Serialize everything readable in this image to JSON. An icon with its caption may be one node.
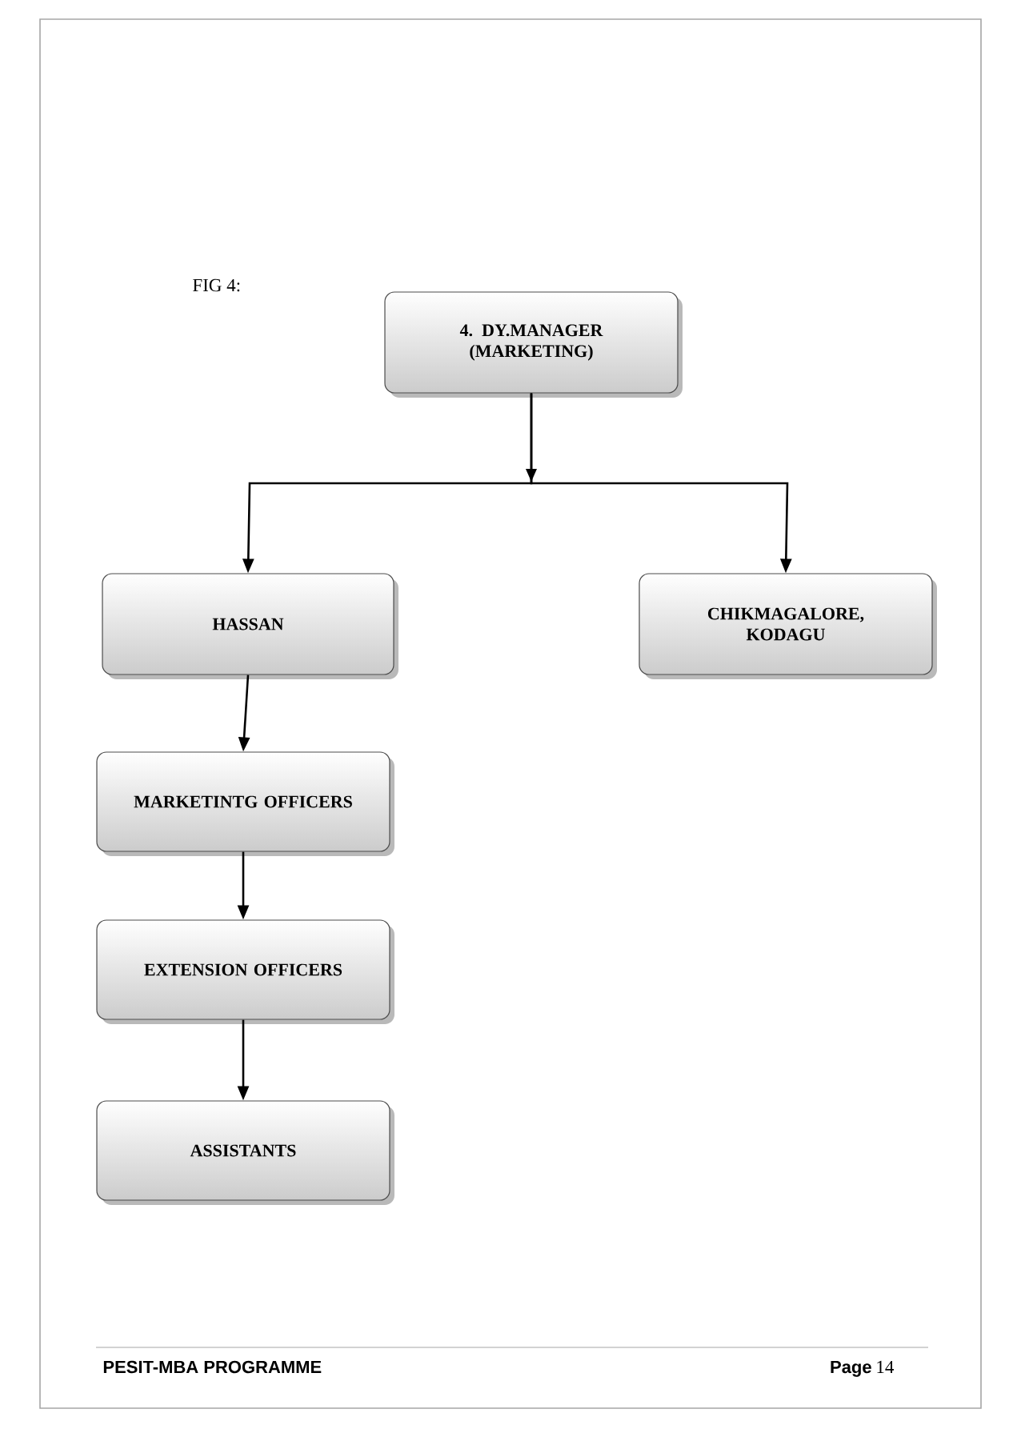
{
  "diagram": {
    "nodes": [
      {
        "text": [
          "4. DY.MANAGER (MARKETING)"
        ]
      },
      {
        "text": [
          "HASSAN"
        ]
      },
      {
        "text": [
          "CHIKMAGALORE, KODAGU"
        ]
      },
      {
        "text": [
          "MARKETINTG OFFICERS"
        ]
      },
      {
        "text": [
          "EXTENSION OFFICERS"
        ]
      },
      {
        "text": [
          "ASSISTANTS"
        ]
      }
    ],
    "edges": [
      {
        "from": 0,
        "to": 1,
        "arrow": "to"
      },
      {
        "from": 0,
        "to": 2,
        "arrow": "to"
      },
      {
        "from": 1,
        "to": 3,
        "arrow": "to"
      },
      {
        "from": 3,
        "to": 4,
        "arrow": "to"
      },
      {
        "from": 4,
        "to": 5,
        "arrow": "to"
      }
    ],
    "labels": [
      "FIG 4:",
      "PESIT-MBA PROGRAMME",
      "Page",
      "14"
    ]
  }
}
